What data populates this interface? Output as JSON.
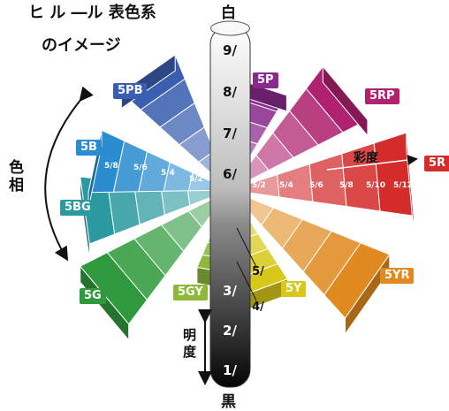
{
  "title_line1": "ヒ ル ―ル 表色系",
  "title_line2": "のイメージ",
  "top_label": "白",
  "bottom_label": "黒",
  "axis_hue": "色\n相",
  "axis_value": "明\n度",
  "axis_chroma": "彩度",
  "values": [
    "9/",
    "8/",
    "7/",
    "6/",
    "5/",
    "4/",
    "3/",
    "2/",
    "1/"
  ],
  "hues": [
    {
      "label": "5P",
      "color": "#8b2a8e"
    },
    {
      "label": "5RP",
      "color": "#b0226f"
    },
    {
      "label": "5R",
      "color": "#d42b2b"
    },
    {
      "label": "5YR",
      "color": "#e08a1f"
    },
    {
      "label": "5Y",
      "color": "#d8c81a"
    },
    {
      "label": "5GY",
      "color": "#8db83a"
    },
    {
      "label": "5G",
      "color": "#2f9a3d"
    },
    {
      "label": "5BG",
      "color": "#2b9aa0"
    },
    {
      "label": "5B",
      "color": "#2b8ccf"
    },
    {
      "label": "5PB",
      "color": "#3a5fb0"
    }
  ],
  "chroma_right": [
    "5/2",
    "5/4",
    "5/6",
    "5/8",
    "5/10",
    "5/12"
  ],
  "chroma_left": [
    "5/8",
    "5/6",
    "5/4",
    "5/2"
  ]
}
